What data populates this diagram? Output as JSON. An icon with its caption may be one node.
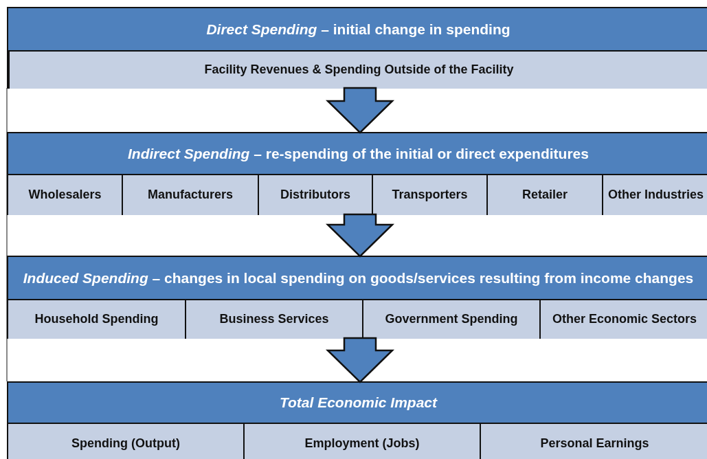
{
  "diagram": {
    "nodes": [
      {
        "text": [],
        "shape": "box"
      },
      {
        "text": [
          "*Direct Spending* – initial change in spending"
        ],
        "in": 0
      },
      {
        "text": [
          "Facility Revenues & Spending Outside of the Facility"
        ],
        "in": 0
      },
      {
        "text": [],
        "shape": "box"
      },
      {
        "text": [
          "*Indirect Spending* – re-spending of the initial or direct expenditures"
        ],
        "in": 3
      },
      {
        "text": [
          "Wholesalers"
        ],
        "in": 3
      },
      {
        "text": [
          "Manufacturers"
        ],
        "in": 3
      },
      {
        "text": [
          "Distributors"
        ],
        "in": 3
      },
      {
        "text": [
          "Transporters"
        ],
        "in": 3
      },
      {
        "text": [
          "Retailer"
        ],
        "in": 3
      },
      {
        "text": [
          "Other Industries"
        ],
        "in": 3
      },
      {
        "text": [],
        "shape": "box"
      },
      {
        "text": [
          "*Induced Spending* – changes in local spending on goods/services resulting from income changes"
        ],
        "in": 11
      },
      {
        "text": [
          "Household Spending"
        ],
        "in": 11
      },
      {
        "text": [
          "Business Services"
        ],
        "in": 11
      },
      {
        "text": [
          "Government Spending"
        ],
        "in": 11
      },
      {
        "text": [
          "Other Economic Sectors"
        ],
        "in": 11
      },
      {
        "text": [],
        "shape": "box"
      },
      {
        "text": [
          "*Total Economic Impact*"
        ],
        "in": 17
      },
      {
        "text": [
          "Spending (Output)"
        ],
        "in": 17
      },
      {
        "text": [
          "Employment (Jobs)"
        ],
        "in": 17
      },
      {
        "text": [
          "Personal Earnings"
        ],
        "in": 17
      }
    ],
    "edges": [
      {
        "from": 0,
        "to": 3,
        "arrow": "to"
      },
      {
        "from": 3,
        "to": 11,
        "arrow": "to"
      },
      {
        "from": 11,
        "to": 17,
        "arrow": "to"
      }
    ]
  }
}
